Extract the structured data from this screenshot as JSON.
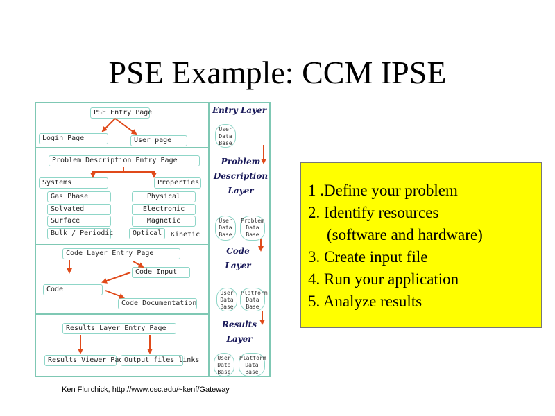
{
  "slide": {
    "title": "PSE Example: CCM IPSE",
    "caption": "Ken Flurchick, http://www.osc.edu/~kenf/Gateway"
  },
  "diagram": {
    "entry": {
      "pse_entry_page": "PSE Entry Page",
      "login_page": "Login Page",
      "user_page": "User page"
    },
    "problem": {
      "entry_page": "Problem Description Entry Page",
      "systems": "Systems",
      "properties": "Properties",
      "gas_phase": "Gas Phase",
      "solvated": "Solvated",
      "surface": "Surface",
      "bulk_periodic": "Bulk / Periodic",
      "physical": "Physical",
      "electronic": "Electronic",
      "magnetic": "Magnetic",
      "optical": "Optical",
      "kinetic": "Kinetic"
    },
    "code": {
      "entry_page": "Code Layer Entry Page",
      "code_input": "Code Input",
      "code": "Code",
      "documentation": "Code Documentation"
    },
    "results": {
      "entry_page": "Results Layer Entry Page",
      "viewer_page": "Results Viewer Page",
      "output_links": "Output files links"
    },
    "layers": {
      "entry": [
        "Entry Layer"
      ],
      "problem": [
        "Problem",
        "Description",
        "Layer"
      ],
      "code": [
        "Code",
        "Layer"
      ],
      "results": [
        "Results",
        "Layer"
      ]
    },
    "databases": {
      "user": [
        "User",
        "Data",
        "Base"
      ],
      "problem": [
        "Problem",
        "Data",
        "Base"
      ],
      "platform": [
        "Platform",
        "Data",
        "Base"
      ]
    },
    "colors": {
      "border": "#7fc8b4",
      "arrow": "#e04a1a",
      "layer_text": "#1a1a5a"
    }
  },
  "steps": [
    "1 .Define your problem",
    "2. Identify resources",
    "(software and hardware)",
    "3. Create input file",
    "4. Run your application",
    "5. Analyze results"
  ],
  "note_color": "#ffff00"
}
